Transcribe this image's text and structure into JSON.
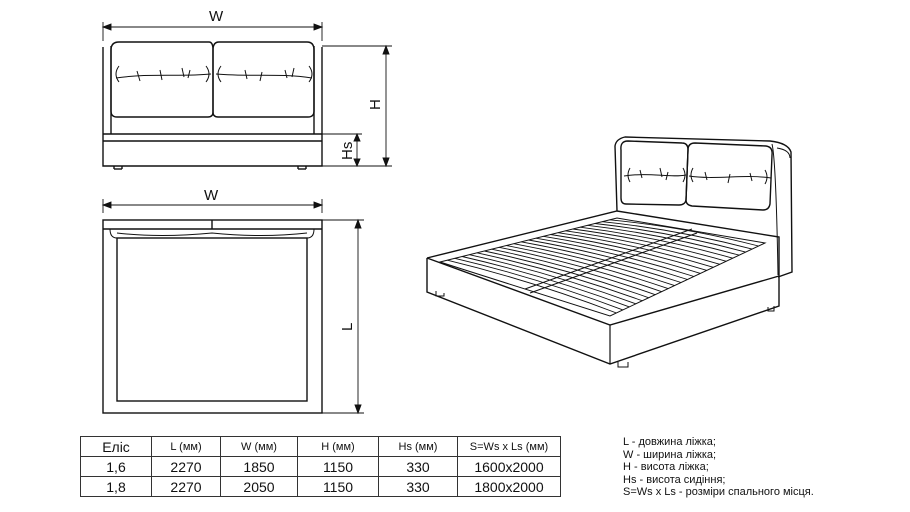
{
  "dimension_labels": {
    "front_width": "W",
    "front_height": "H",
    "front_seat_height": "Hs",
    "top_width": "W",
    "top_length": "L"
  },
  "spec_table": {
    "headers": [
      "Еліс",
      "L (мм)",
      "W (мм)",
      "H (мм)",
      "Hs (мм)",
      "S=Ws x Ls (мм)"
    ],
    "rows": [
      [
        "1,6",
        "2270",
        "1850",
        "1150",
        "330",
        "1600x2000"
      ],
      [
        "1,8",
        "2270",
        "2050",
        "1150",
        "330",
        "1800x2000"
      ]
    ]
  },
  "legend": [
    "L   -  довжина ліжка;",
    "W  - ширина ліжка;",
    "H  - висота ліжка;",
    "Hs - висота сидіння;",
    "S=Ws x Ls  -  розміри спального місця."
  ]
}
